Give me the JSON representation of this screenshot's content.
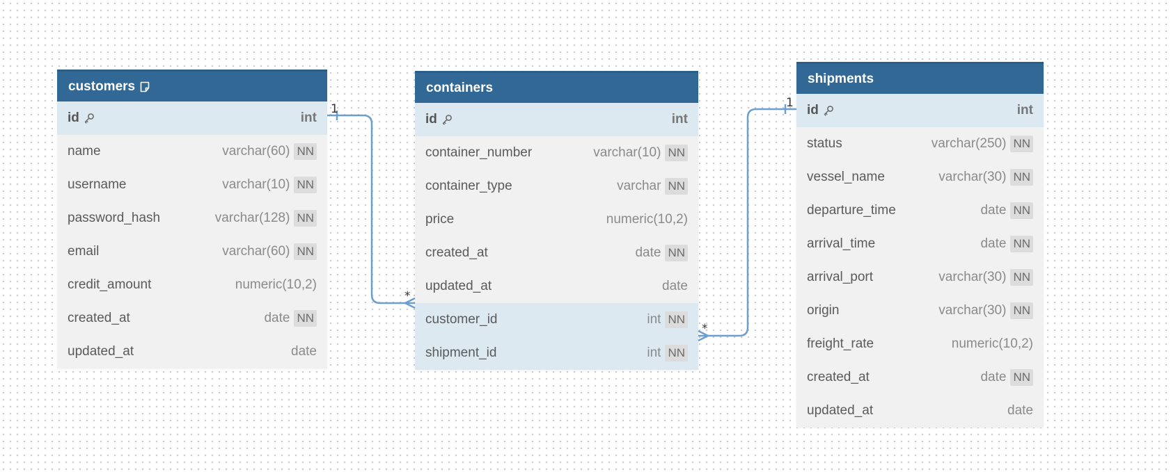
{
  "tables": [
    {
      "name": "customers",
      "has_note": true,
      "fields": [
        {
          "name": "id",
          "type": "int",
          "pk": true,
          "nn": false
        },
        {
          "name": "name",
          "type": "varchar(60)",
          "nn": true
        },
        {
          "name": "username",
          "type": "varchar(10)",
          "nn": true
        },
        {
          "name": "password_hash",
          "type": "varchar(128)",
          "nn": true
        },
        {
          "name": "email",
          "type": "varchar(60)",
          "nn": true
        },
        {
          "name": "credit_amount",
          "type": "numeric(10,2)",
          "nn": false
        },
        {
          "name": "created_at",
          "type": "date",
          "nn": true
        },
        {
          "name": "updated_at",
          "type": "date",
          "nn": false
        }
      ]
    },
    {
      "name": "containers",
      "has_note": false,
      "fields": [
        {
          "name": "id",
          "type": "int",
          "pk": true,
          "nn": false
        },
        {
          "name": "container_number",
          "type": "varchar(10)",
          "nn": true
        },
        {
          "name": "container_type",
          "type": "varchar",
          "nn": true
        },
        {
          "name": "price",
          "type": "numeric(10,2)",
          "nn": false
        },
        {
          "name": "created_at",
          "type": "date",
          "nn": true
        },
        {
          "name": "updated_at",
          "type": "date",
          "nn": false
        },
        {
          "name": "customer_id",
          "type": "int",
          "nn": true,
          "highlight": true
        },
        {
          "name": "shipment_id",
          "type": "int",
          "nn": true,
          "highlight": true
        }
      ]
    },
    {
      "name": "shipments",
      "has_note": false,
      "fields": [
        {
          "name": "id",
          "type": "int",
          "pk": true,
          "nn": false
        },
        {
          "name": "status",
          "type": "varchar(250)",
          "nn": true
        },
        {
          "name": "vessel_name",
          "type": "varchar(30)",
          "nn": true
        },
        {
          "name": "departure_time",
          "type": "date",
          "nn": true
        },
        {
          "name": "arrival_time",
          "type": "date",
          "nn": true
        },
        {
          "name": "arrival_port",
          "type": "varchar(30)",
          "nn": true
        },
        {
          "name": "origin",
          "type": "varchar(30)",
          "nn": true
        },
        {
          "name": "freight_rate",
          "type": "numeric(10,2)",
          "nn": false
        },
        {
          "name": "created_at",
          "type": "date",
          "nn": true
        },
        {
          "name": "updated_at",
          "type": "date",
          "nn": false
        }
      ]
    }
  ],
  "nn_label": "NN",
  "relations": [
    {
      "from": "customers.id",
      "to": "containers.customer_id",
      "from_card": "1",
      "to_card": "*"
    },
    {
      "from": "shipments.id",
      "to": "containers.shipment_id",
      "from_card": "1",
      "to_card": "*"
    }
  ],
  "colors": {
    "header": "#316896",
    "highlight_row": "#dde9f1",
    "table_body": "#f1f1f1",
    "relation_line": "#6a9fcf"
  },
  "icons": {
    "pk": "key-icon",
    "note": "note-icon",
    "crow_foot": "crow-foot-icon"
  }
}
